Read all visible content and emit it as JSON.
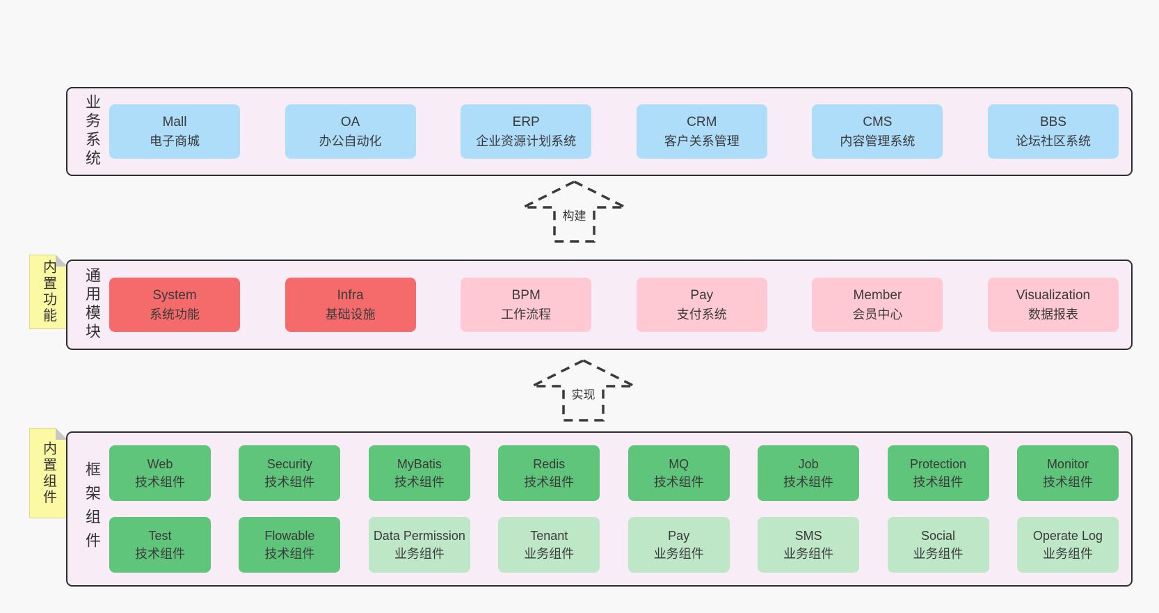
{
  "colors": {
    "pageBg": "#f8f8f8",
    "containerBg": "#f8edf6",
    "containerBorder": "#2d2d2d",
    "blue": "#aeddfa",
    "red": "#f56a6a",
    "pink": "#ffc9d3",
    "green": "#5fc57b",
    "lightGreen": "#bee7c8",
    "tabBg": "#fbf9a3",
    "tabFold": "#c6c6c6",
    "text": "#3a3a3a"
  },
  "arrows": {
    "build": "构建",
    "implement": "实现"
  },
  "sections": {
    "business": {
      "label": "业务系统",
      "boxes": [
        {
          "title": "Mall",
          "subtitle": "电子商城"
        },
        {
          "title": "OA",
          "subtitle": "办公自动化"
        },
        {
          "title": "ERP",
          "subtitle": "企业资源计划系统"
        },
        {
          "title": "CRM",
          "subtitle": "客户关系管理"
        },
        {
          "title": "CMS",
          "subtitle": "内容管理系统"
        },
        {
          "title": "BBS",
          "subtitle": "论坛社区系统"
        }
      ]
    },
    "modules": {
      "label": "通用模块",
      "tab": "内置功能",
      "boxes": [
        {
          "title": "System",
          "subtitle": "系统功能"
        },
        {
          "title": "Infra",
          "subtitle": "基础设施"
        },
        {
          "title": "BPM",
          "subtitle": "工作流程"
        },
        {
          "title": "Pay",
          "subtitle": "支付系统"
        },
        {
          "title": "Member",
          "subtitle": "会员中心"
        },
        {
          "title": "Visualization",
          "subtitle": "数据报表"
        }
      ]
    },
    "components": {
      "label": "框架组件",
      "tab": "内置组件",
      "rows": [
        [
          {
            "title": "Web",
            "subtitle": "技术组件"
          },
          {
            "title": "Security",
            "subtitle": "技术组件"
          },
          {
            "title": "MyBatis",
            "subtitle": "技术组件"
          },
          {
            "title": "Redis",
            "subtitle": "技术组件"
          },
          {
            "title": "MQ",
            "subtitle": "技术组件"
          },
          {
            "title": "Job",
            "subtitle": "技术组件"
          },
          {
            "title": "Protection",
            "subtitle": "技术组件"
          },
          {
            "title": "Monitor",
            "subtitle": "技术组件"
          }
        ],
        [
          {
            "title": "Test",
            "subtitle": "技术组件"
          },
          {
            "title": "Flowable",
            "subtitle": "技术组件"
          },
          {
            "title": "Data Permission",
            "subtitle": "业务组件"
          },
          {
            "title": "Tenant",
            "subtitle": "业务组件"
          },
          {
            "title": "Pay",
            "subtitle": "业务组件"
          },
          {
            "title": "SMS",
            "subtitle": "业务组件"
          },
          {
            "title": "Social",
            "subtitle": "业务组件"
          },
          {
            "title": "Operate Log",
            "subtitle": "业务组件"
          }
        ]
      ]
    }
  }
}
